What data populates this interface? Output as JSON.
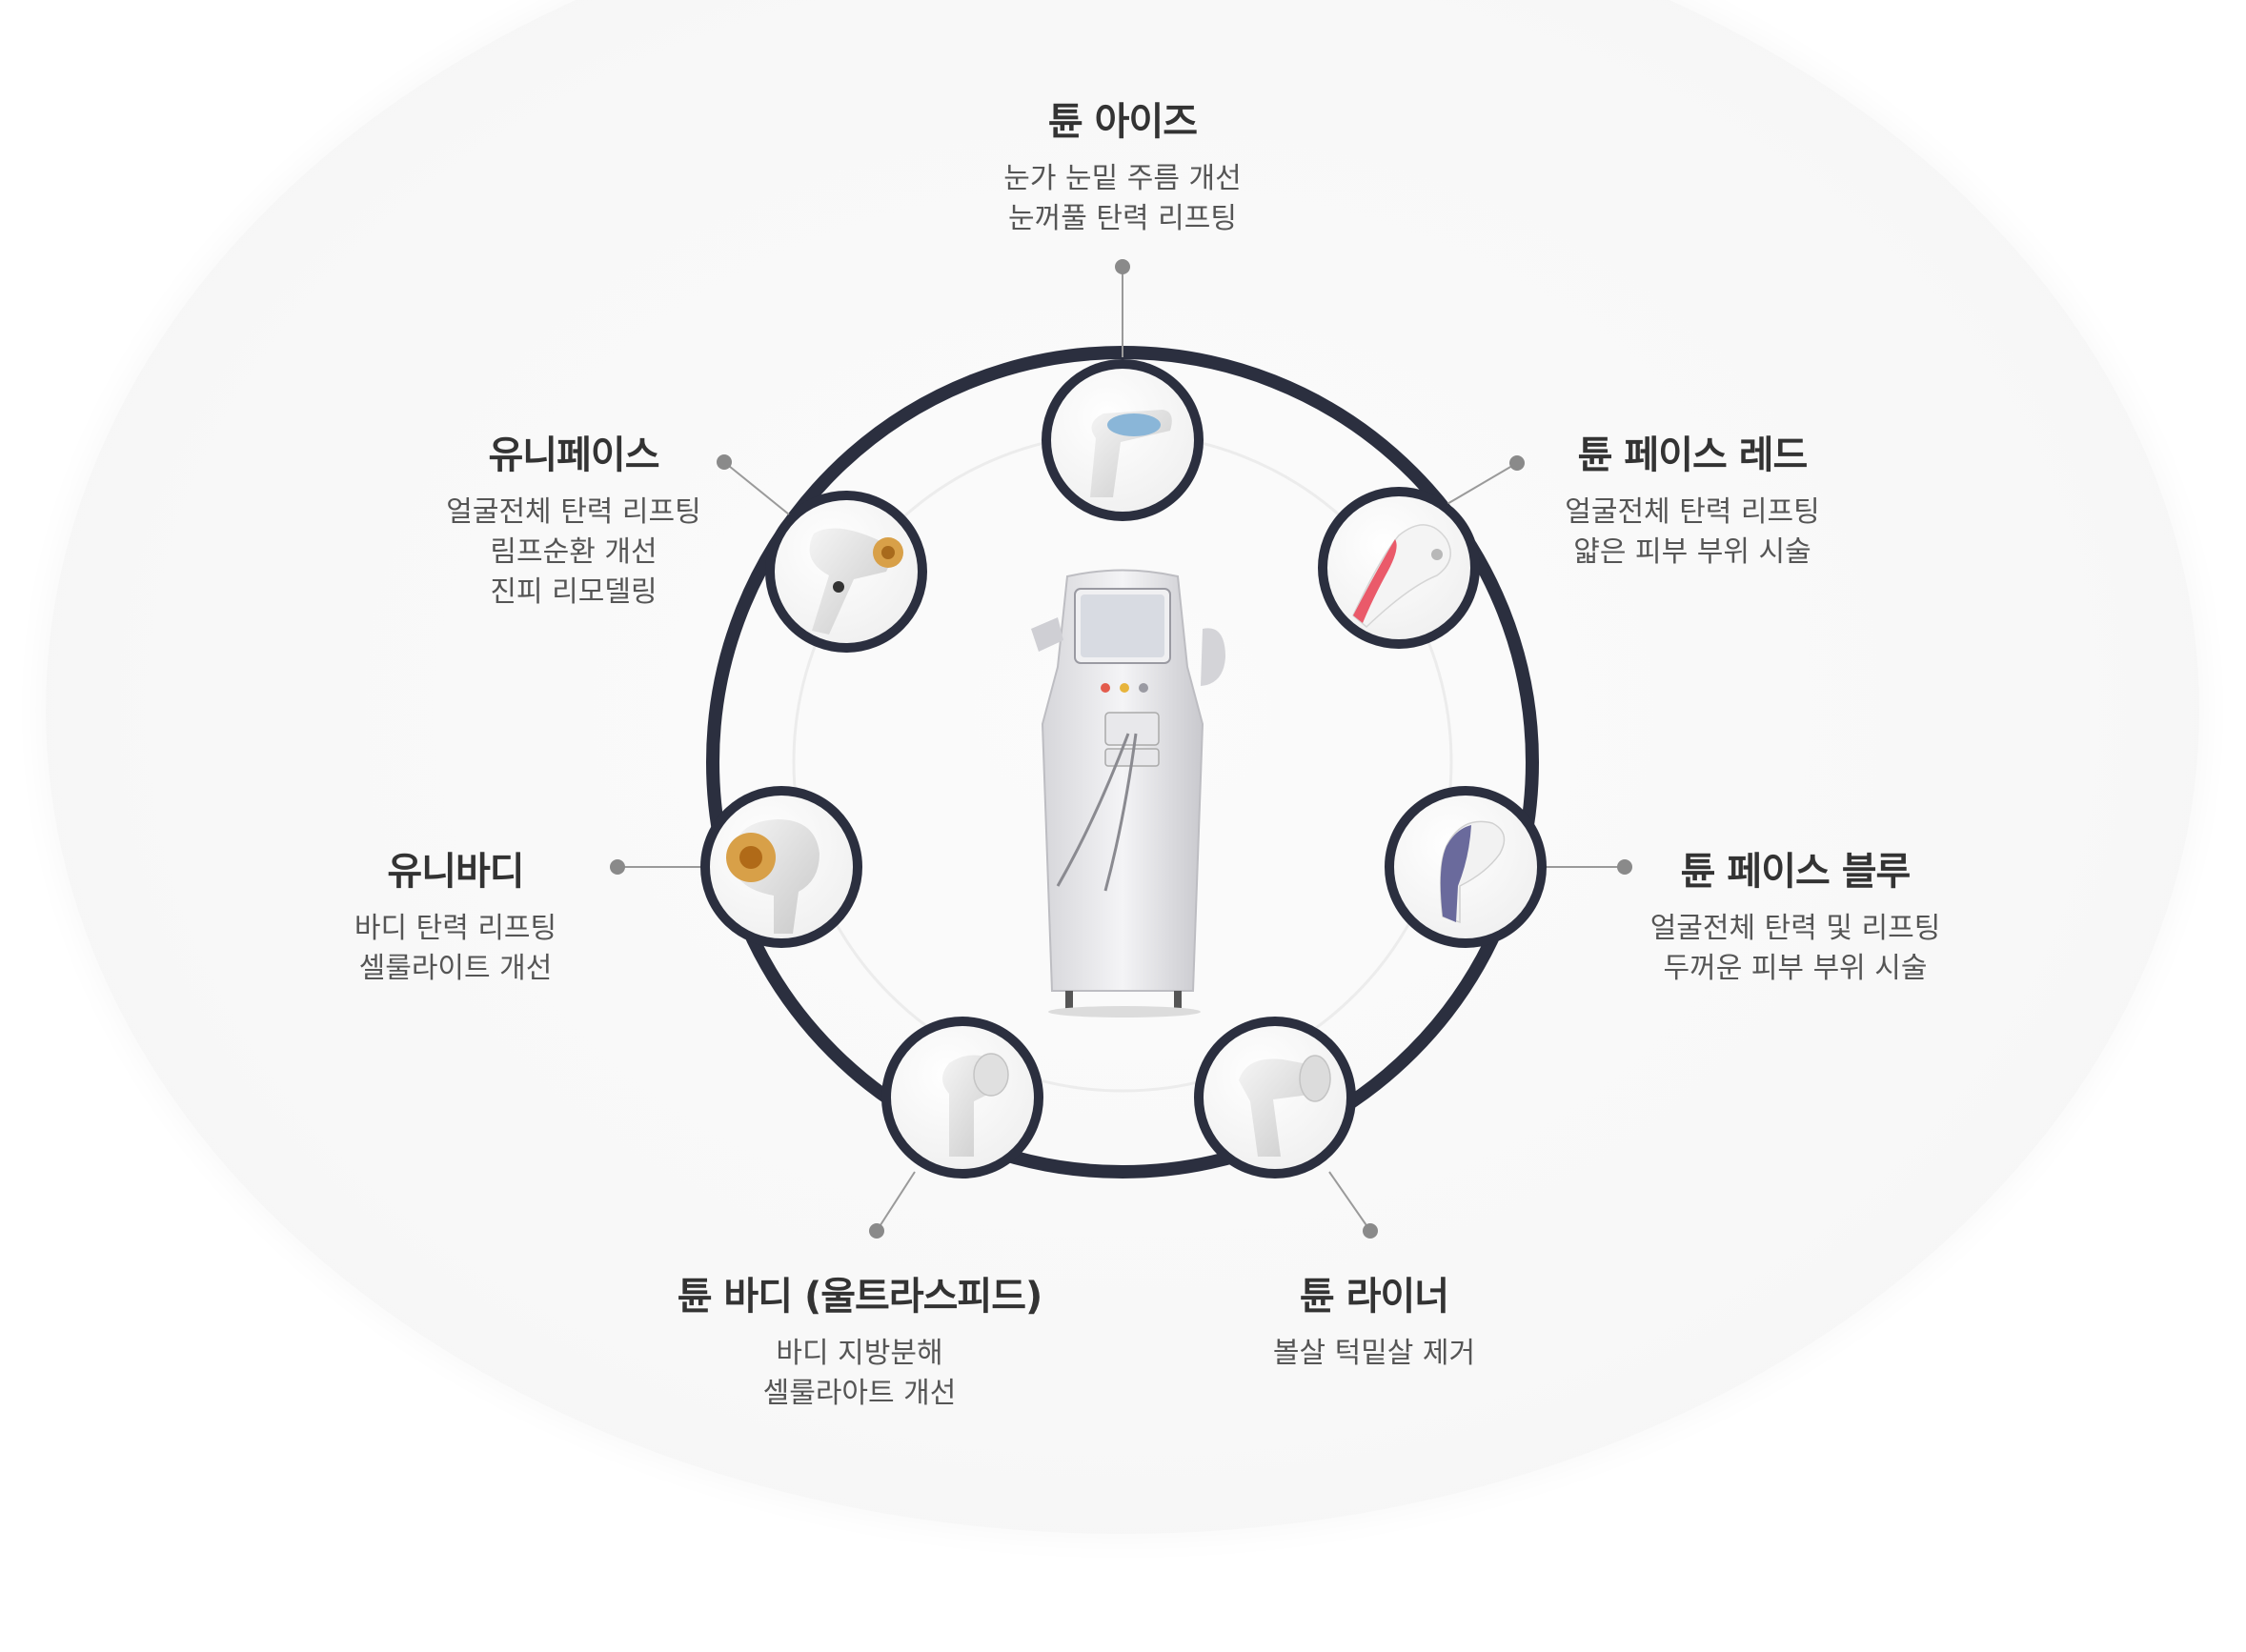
{
  "colors": {
    "ring": "#2b2f3f",
    "connector": "#9a9a9a",
    "dot": "#8a8a8a",
    "device_body": "#e6e6e9",
    "accent_blue": "#8ab6d8",
    "accent_red": "#ea5a6a",
    "accent_purple": "#6a6a9c",
    "accent_gold": "#d8a048"
  },
  "handpieces": [
    {
      "id": "tune-eyes",
      "title": "튠 아이즈",
      "lines": [
        "눈가 눈밑 주름 개선",
        "눈꺼풀 탄력 리프팅"
      ],
      "icon": "eye-handpiece-icon"
    },
    {
      "id": "tune-face-red",
      "title": "튠 페이스 레드",
      "lines": [
        "얼굴전체 탄력 리프팅",
        "얇은 피부 부위 시술"
      ],
      "icon": "red-face-handpiece-icon"
    },
    {
      "id": "tune-face-blue",
      "title": "튠 페이스 블루",
      "lines": [
        "얼굴전체 탄력 및 리프팅",
        "두꺼운 피부 부위 시술"
      ],
      "icon": "blue-face-handpiece-icon"
    },
    {
      "id": "tune-liner",
      "title": "튠 라이너",
      "lines": [
        "볼살 턱밑살 제거"
      ],
      "icon": "liner-handpiece-icon"
    },
    {
      "id": "tune-body-ultraspeed",
      "title": "튠 바디 (울트라스피드)",
      "lines": [
        "바디 지방분해",
        "셀룰라아트 개선"
      ],
      "icon": "body-handpiece-icon"
    },
    {
      "id": "unibody",
      "title": "유니바디",
      "lines": [
        "바디 탄력 리프팅",
        "셀룰라이트 개선"
      ],
      "icon": "unibody-handpiece-icon"
    },
    {
      "id": "uniface",
      "title": "유니페이스",
      "lines": [
        "얼굴전체 탄력 리프팅",
        "림프순환 개선",
        "진피 리모델링"
      ],
      "icon": "uniface-handpiece-icon"
    }
  ],
  "center_device": {
    "icon": "main-device-icon"
  }
}
